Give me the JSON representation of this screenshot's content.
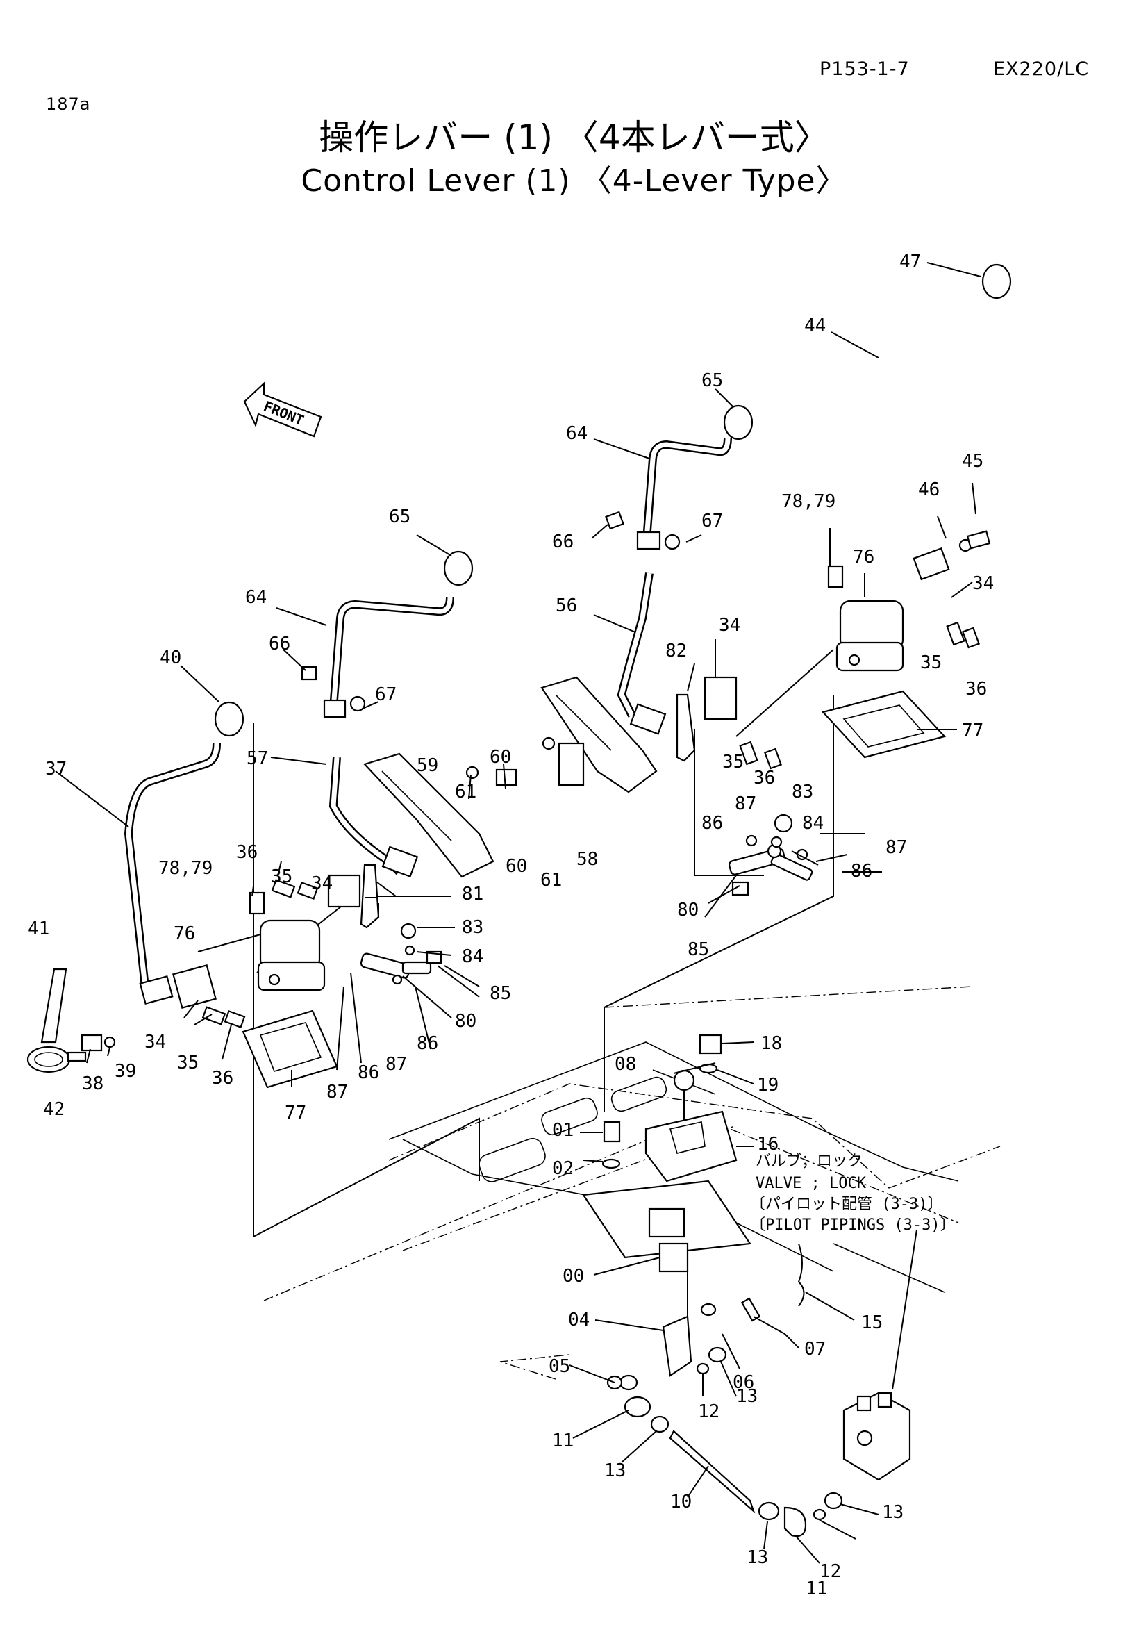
{
  "header": {
    "page_code": "P153-1-7",
    "model": "EX220/LC",
    "figure_no": "187a"
  },
  "title": {
    "japanese": "操作レバー (1) 〈4本レバー式〉",
    "english": "Control Lever (1) 〈4-Lever Type〉"
  },
  "front_arrow": "FRONT",
  "notes": {
    "valve_jp": "バルブ；ロック",
    "valve_en": "VALVE ; LOCK",
    "pilot_jp": "〔パイロット配管 (3-3)〕",
    "pilot_en": "〔PILOT PIPINGS (3-3)〕"
  },
  "labels": [
    {
      "id": "47",
      "text": "47"
    },
    {
      "id": "44",
      "text": "44"
    },
    {
      "id": "65a",
      "text": "65"
    },
    {
      "id": "64a",
      "text": "64"
    },
    {
      "id": "45",
      "text": "45"
    },
    {
      "id": "46",
      "text": "46"
    },
    {
      "id": "66a",
      "text": "66"
    },
    {
      "id": "67a",
      "text": "67"
    },
    {
      "id": "7879a",
      "text": "78,79"
    },
    {
      "id": "76a",
      "text": "76"
    },
    {
      "id": "34a",
      "text": "34"
    },
    {
      "id": "56",
      "text": "56"
    },
    {
      "id": "65b",
      "text": "65"
    },
    {
      "id": "64b",
      "text": "64"
    },
    {
      "id": "34b",
      "text": "34"
    },
    {
      "id": "82",
      "text": "82"
    },
    {
      "id": "35a",
      "text": "35"
    },
    {
      "id": "36a",
      "text": "36"
    },
    {
      "id": "77a",
      "text": "77"
    },
    {
      "id": "40",
      "text": "40"
    },
    {
      "id": "66b",
      "text": "66"
    },
    {
      "id": "67b",
      "text": "67"
    },
    {
      "id": "60a",
      "text": "60"
    },
    {
      "id": "61a",
      "text": "61"
    },
    {
      "id": "59",
      "text": "59"
    },
    {
      "id": "37",
      "text": "37"
    },
    {
      "id": "57",
      "text": "57"
    },
    {
      "id": "35b",
      "text": "35"
    },
    {
      "id": "36b",
      "text": "36"
    },
    {
      "id": "83a",
      "text": "83"
    },
    {
      "id": "87a",
      "text": "87"
    },
    {
      "id": "84a",
      "text": "84"
    },
    {
      "id": "86a",
      "text": "86"
    },
    {
      "id": "87b",
      "text": "87"
    },
    {
      "id": "86b",
      "text": "86"
    },
    {
      "id": "60b",
      "text": "60"
    },
    {
      "id": "61b",
      "text": "61"
    },
    {
      "id": "58",
      "text": "58"
    },
    {
      "id": "36c",
      "text": "36"
    },
    {
      "id": "35c",
      "text": "35"
    },
    {
      "id": "34c",
      "text": "34"
    },
    {
      "id": "7879b",
      "text": "78,79"
    },
    {
      "id": "81",
      "text": "81"
    },
    {
      "id": "80a",
      "text": "80"
    },
    {
      "id": "85a",
      "text": "85"
    },
    {
      "id": "83b",
      "text": "83"
    },
    {
      "id": "41",
      "text": "41"
    },
    {
      "id": "76b",
      "text": "76"
    },
    {
      "id": "84b",
      "text": "84"
    },
    {
      "id": "85b",
      "text": "85"
    },
    {
      "id": "80b",
      "text": "80"
    },
    {
      "id": "86c",
      "text": "86"
    },
    {
      "id": "87c",
      "text": "87"
    },
    {
      "id": "86d",
      "text": "86"
    },
    {
      "id": "87d",
      "text": "87"
    },
    {
      "id": "34d",
      "text": "34"
    },
    {
      "id": "39",
      "text": "39"
    },
    {
      "id": "38",
      "text": "38"
    },
    {
      "id": "35d",
      "text": "35"
    },
    {
      "id": "36d",
      "text": "36"
    },
    {
      "id": "42",
      "text": "42"
    },
    {
      "id": "77b",
      "text": "77"
    },
    {
      "id": "18",
      "text": "18"
    },
    {
      "id": "08",
      "text": "08"
    },
    {
      "id": "19",
      "text": "19"
    },
    {
      "id": "01",
      "text": "01"
    },
    {
      "id": "16",
      "text": "16"
    },
    {
      "id": "02",
      "text": "02"
    },
    {
      "id": "00",
      "text": "00"
    },
    {
      "id": "15",
      "text": "15"
    },
    {
      "id": "04",
      "text": "04"
    },
    {
      "id": "07",
      "text": "07"
    },
    {
      "id": "05",
      "text": "05"
    },
    {
      "id": "06",
      "text": "06"
    },
    {
      "id": "13a",
      "text": "13"
    },
    {
      "id": "12a",
      "text": "12"
    },
    {
      "id": "11a",
      "text": "11"
    },
    {
      "id": "13b",
      "text": "13"
    },
    {
      "id": "10",
      "text": "10"
    },
    {
      "id": "13c",
      "text": "13"
    },
    {
      "id": "12b",
      "text": "12"
    },
    {
      "id": "13d",
      "text": "13"
    },
    {
      "id": "11b",
      "text": "11"
    }
  ]
}
